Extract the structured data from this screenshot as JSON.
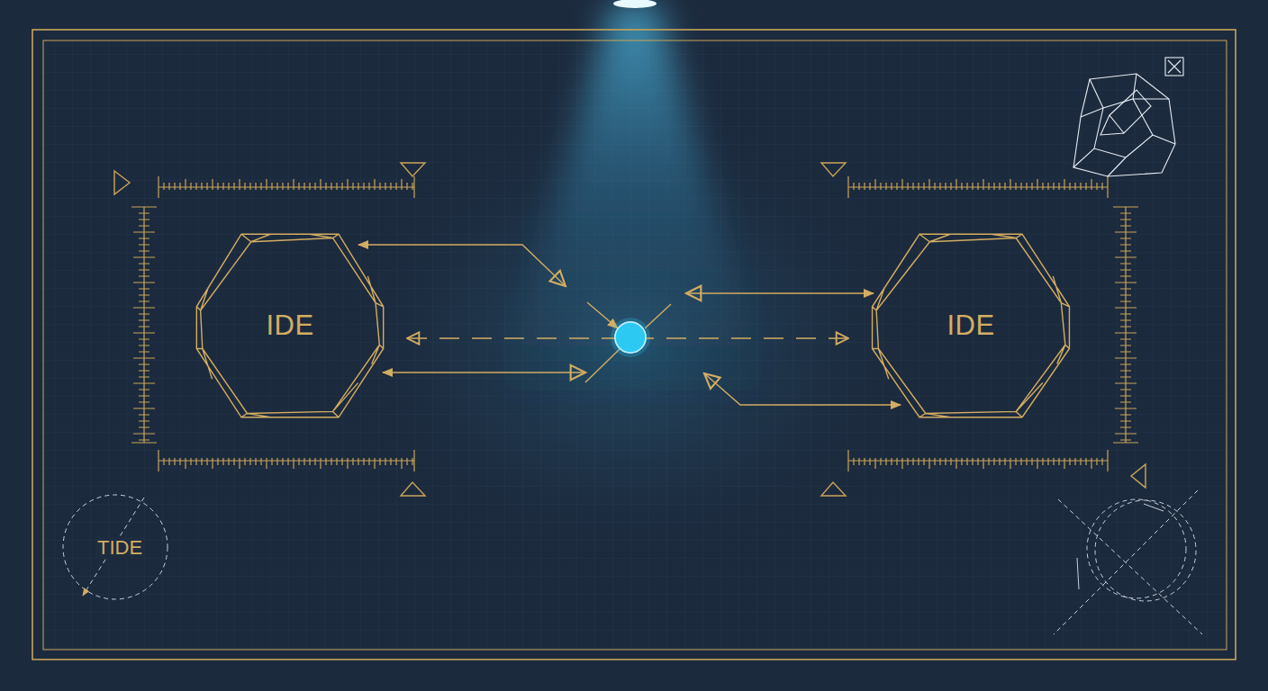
{
  "diagram": {
    "nodes": [
      {
        "text": [
          "IDE"
        ]
      },
      {
        "text": [
          "IDE"
        ]
      }
    ],
    "edges": [
      {
        "from": 0,
        "to": 1,
        "arrow": "both"
      }
    ],
    "labels": [
      "TIDE"
    ]
  }
}
